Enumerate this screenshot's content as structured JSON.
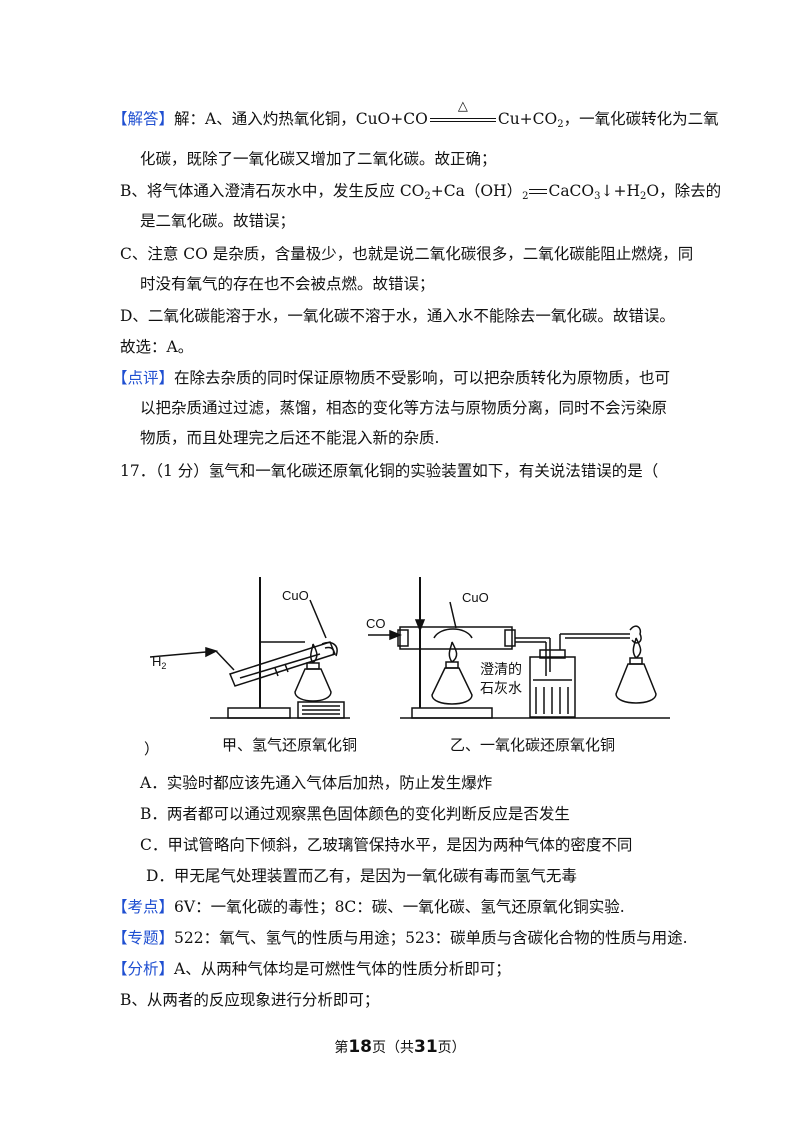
{
  "solution": {
    "tag": "【解答】",
    "a_pre": "解：A、通入灼热氧化铜，CuO+CO",
    "a_cond": "△",
    "a_post": "Cu+CO",
    "a_sub": "2",
    "a_tail": "，一氧化碳转化为二氧",
    "a_cont": "化碳，既除了一氧化碳又增加了二氧化碳。故正确；",
    "b_pre": "B、将气体通入澄清石灰水中，发生反应 CO",
    "b_sub1": "2",
    "b_mid": "+Ca（OH）",
    "b_sub2": "2",
    "b_mid2": "CaCO",
    "b_sub3": "3",
    "b_tail": "↓+H",
    "b_sub4": "2",
    "b_tail2": "O，除去的",
    "b_cont": "是二氧化碳。故错误；",
    "c_line1": "C、注意 CO 是杂质，含量极少，也就是说二氧化碳很多，二氧化碳能阻止燃烧，同",
    "c_line2": "时没有氧气的存在也不会被点燃。故错误；",
    "d_line": "D、二氧化碳能溶于水，一氧化碳不溶于水，通入水不能除去一氧化碳。故错误。",
    "answer": "故选：A。"
  },
  "review": {
    "tag": "【点评】",
    "line1": "在除去杂质的同时保证原物质不受影响，可以把杂质转化为原物质，也可",
    "line2": "以把杂质通过过滤，蒸馏，相态的变化等方法与原物质分离，同时不会污染原",
    "line3": "物质，而且处理完之后还不能混入新的杂质."
  },
  "question": {
    "stem": "17．（1 分）氢气和一氧化碳还原氧化铜的实验装置如下，有关说法错误的是（",
    "close_paren": "）",
    "options": [
      "A．实验时都应该先通入气体后加热，防止发生爆炸",
      "B．两者都可以通过观察黑色固体颜色的变化判断反应是否发生",
      "C．甲试管略向下倾斜，乙玻璃管保持水平，是因为两种气体的密度不同",
      "D．甲无尾气处理装置而乙有，是因为一氧化碳有毒而氢气无毒"
    ]
  },
  "figure": {
    "left_cuo": "CuO",
    "left_gas": "H",
    "left_gas_sub": "2",
    "left_caption": "甲、氢气还原氧化铜",
    "right_cuo": "CuO",
    "right_gas": "CO",
    "right_label1": "澄清的",
    "right_label2": "石灰水",
    "right_caption": "乙、一氧化碳还原氧化铜"
  },
  "kaodian": {
    "tag": "【考点】",
    "text": "6V：一氧化碳的毒性；8C：碳、一氧化碳、氢气还原氧化铜实验."
  },
  "zhuanti": {
    "tag": "【专题】",
    "text": "522：氧气、氢气的性质与用途；523：碳单质与含碳化合物的性质与用途."
  },
  "fenxi": {
    "tag": "【分析】",
    "line1": "A、从两种气体均是可燃性气体的性质分析即可；",
    "line2": "B、从两者的反应现象进行分析即可；"
  },
  "footer": {
    "pre": "第",
    "page": "18",
    "mid": "页（共",
    "total": "31",
    "post": "页）"
  }
}
